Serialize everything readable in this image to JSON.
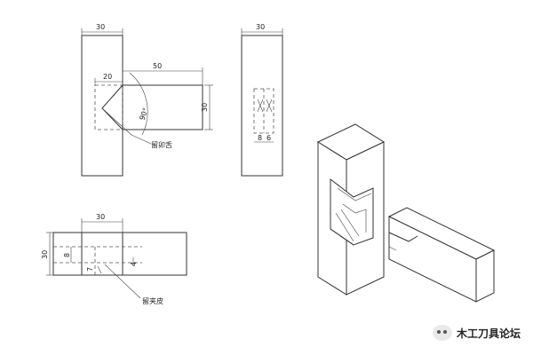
{
  "front_view": {
    "dim_post_width": "30",
    "dim_offset": "20",
    "dim_tenon_length": "50",
    "dim_tenon_height": "30",
    "angle": "90°",
    "label_tongue": "留卯舌"
  },
  "side_view": {
    "dim_width": "30",
    "dim_a": "8",
    "dim_b": "6"
  },
  "top_view": {
    "dim_width": "30",
    "dim_height": "30",
    "dim_8": "8",
    "dim_7": "7",
    "dim_4": "4",
    "label_skin": "留夹皮"
  },
  "watermark": {
    "text": "木工刀具论坛",
    "icon": "wechat-icon"
  }
}
